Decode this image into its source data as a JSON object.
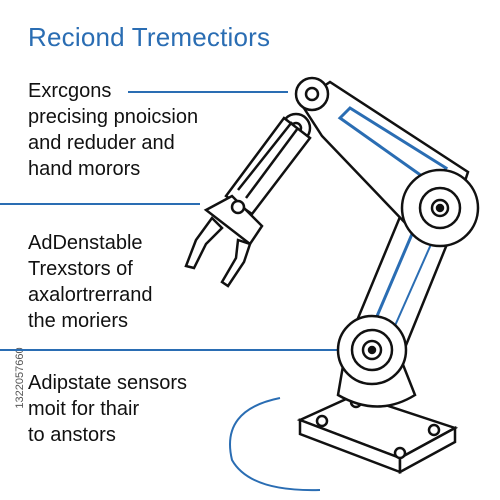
{
  "title": "Reciond Tremectiors",
  "blocks": [
    {
      "lines": [
        "Exrcgons",
        "precising pnoicsion",
        "and reduder and",
        "hand morors"
      ]
    },
    {
      "lines": [
        "AdDenstable",
        "Trexstors of",
        "axalortrerrand",
        "the moriers"
      ]
    },
    {
      "lines": [
        "Adipstate sensors",
        "moit for thair",
        "to anstors"
      ]
    }
  ],
  "side_id": "1322057660",
  "colors": {
    "accent": "#2a6db3",
    "ink": "#111111"
  }
}
